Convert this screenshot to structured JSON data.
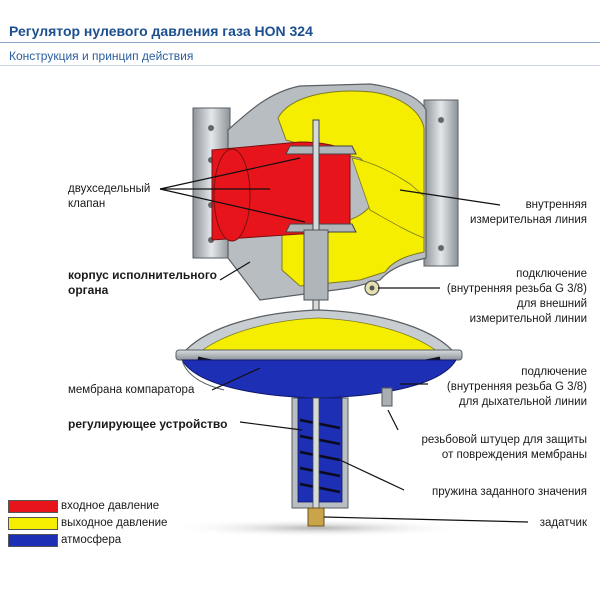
{
  "header": {
    "title": "Регулятор нулевого давления газа HON 324",
    "subtitle": "Конструкция и принцип действия"
  },
  "labels": {
    "valve_line1": "двухседельный",
    "valve_line2": "клапан",
    "body_line1": "корпус исполнительного",
    "body_line2": "органа",
    "membrane": "мембрана компаратора",
    "regulator": "регулирующее устройство",
    "inner_line1": "внутренняя",
    "inner_line2": "измерительная линия",
    "ext_line1": "подключение",
    "ext_line2": "(внутренняя резьба G 3/8)",
    "ext_line3": "для внешний",
    "ext_line4": "измерительной линии",
    "breath_line1": "подлючение",
    "breath_line2": "(внутренняя резьба G 3/8)",
    "breath_line3": "для дыхательной линии",
    "fitting_line1": "резьбовой штуцер для защиты",
    "fitting_line2": "от повреждения мембраны",
    "spring": "пружина заданного значения",
    "setter": "задатчик"
  },
  "legend": [
    {
      "label": "входное давление",
      "color": "#e8141b"
    },
    {
      "label": "выходное давление",
      "color": "#f5ee00"
    },
    {
      "label": "атмосфера",
      "color": "#1d2fb4"
    }
  ]
}
